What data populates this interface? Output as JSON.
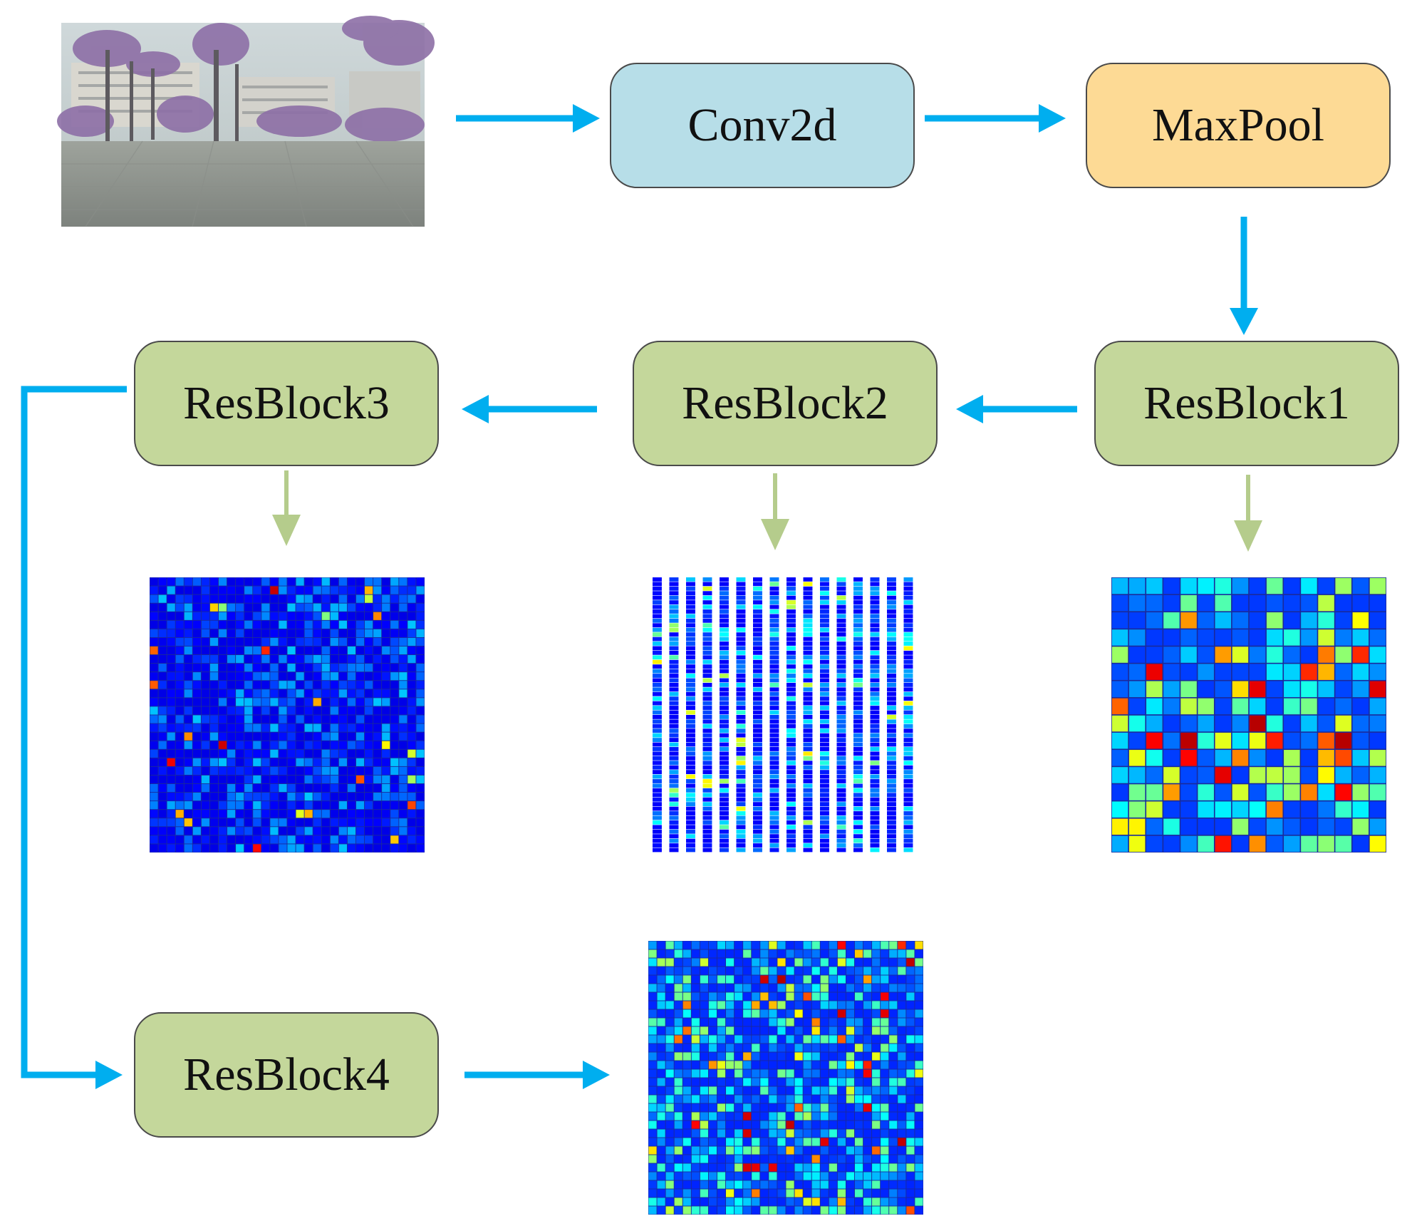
{
  "colors": {
    "flow_arrow": "#00AEEF",
    "output_arrow": "#B5CC8C",
    "conv_fill": "#B7DEE8",
    "pool_fill": "#FDDA95",
    "res_fill": "#C4D79B",
    "box_border": "#4A4A4A"
  },
  "nodes": {
    "conv2d": "Conv2d",
    "maxpool": "MaxPool",
    "resblock1": "ResBlock1",
    "resblock2": "ResBlock2",
    "resblock3": "ResBlock3",
    "resblock4": "ResBlock4"
  },
  "images": {
    "input": "campus-scene-photo",
    "resblock1_map": "feature-map-grid-16",
    "resblock2_map": "feature-map-columns",
    "resblock3_map": "feature-map-grid-32",
    "resblock4_map": "feature-map-grid-32-dense"
  },
  "edges": [
    {
      "from": "input",
      "to": "conv2d"
    },
    {
      "from": "conv2d",
      "to": "maxpool"
    },
    {
      "from": "maxpool",
      "to": "resblock1"
    },
    {
      "from": "resblock1",
      "to": "resblock2"
    },
    {
      "from": "resblock2",
      "to": "resblock3"
    },
    {
      "from": "resblock3",
      "to": "resblock4"
    },
    {
      "from": "resblock4",
      "to": "resblock4_map"
    },
    {
      "from": "resblock1",
      "to": "resblock1_map"
    },
    {
      "from": "resblock2",
      "to": "resblock2_map"
    },
    {
      "from": "resblock3",
      "to": "resblock3_map"
    }
  ]
}
